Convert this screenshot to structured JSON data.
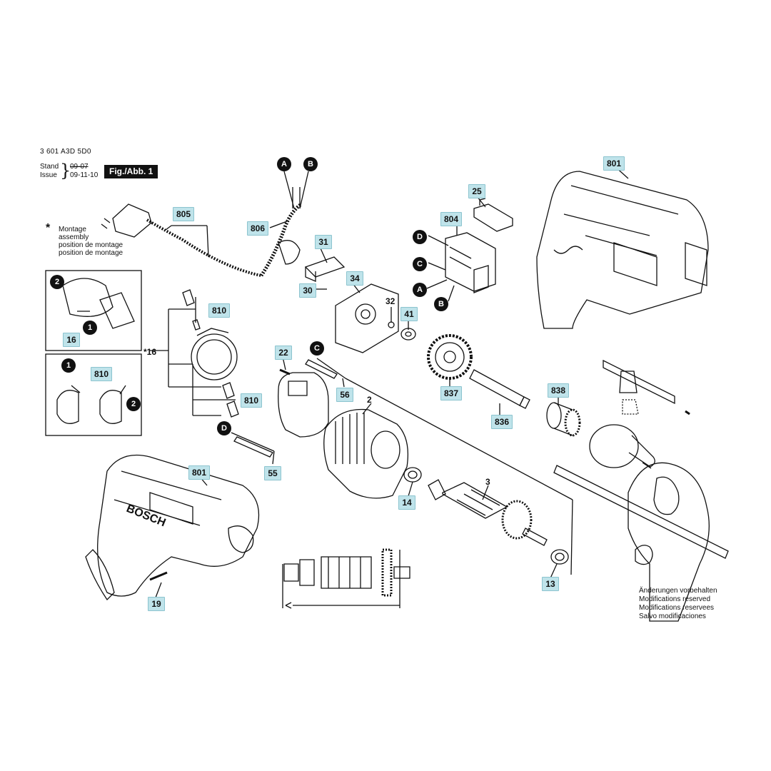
{
  "header": {
    "doc_number": "3 601 A3D 5D0",
    "stand_label": "Stand",
    "issue_label": "Issue",
    "stand_value": "09-07",
    "issue_value": "09-11-10",
    "figure_label": "Fig./Abb. 1"
  },
  "notes": {
    "star": "*",
    "montage": [
      "Montage",
      "assembly",
      "position de montage",
      "position de montage"
    ],
    "changes": [
      "Änderungen vorbehalten",
      "Modifications reserved",
      "Modifications reservees",
      "Salvo modificaciones"
    ]
  },
  "brand_text": "BOSCH",
  "parts": {
    "p801a": "801",
    "p805": "805",
    "p806": "806",
    "p804": "804",
    "p25": "25",
    "p31": "31",
    "p30": "30",
    "p34": "34",
    "p32": "32",
    "p41": "41",
    "p810a": "810",
    "p16a": "16",
    "p16b": "*16",
    "p810b": "810",
    "p810c": "810",
    "p22": "22",
    "p56": "56",
    "p2": "2",
    "p837": "837",
    "p836": "836",
    "p838": "838",
    "p55": "55",
    "p801b": "801",
    "p14": "14",
    "p3": "3",
    "p13": "13",
    "p19": "19"
  },
  "callouts": {
    "A1": "A",
    "B1": "B",
    "D1": "D",
    "C1": "C",
    "A2": "A",
    "B2": "B",
    "C2": "C",
    "D2": "D",
    "n2a": "2",
    "n1a": "1",
    "n1b": "1",
    "n2b": "2"
  }
}
